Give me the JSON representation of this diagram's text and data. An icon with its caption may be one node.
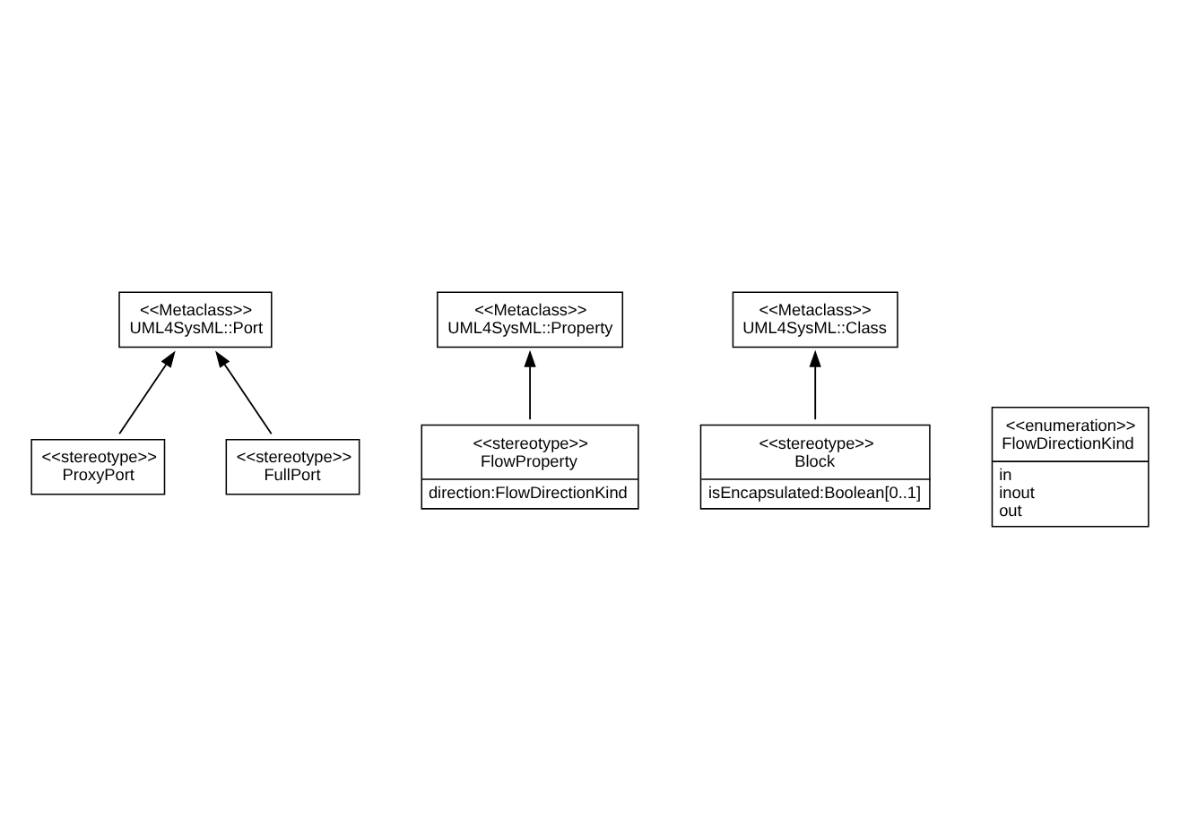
{
  "diagram": {
    "nodes": [
      {
        "text": [
          "<<Metaclass>>",
          "UML4SysML::Port"
        ]
      },
      {
        "text": [
          "<<stereotype>>",
          "ProxyPort"
        ]
      },
      {
        "text": [
          "<<stereotype>>",
          "FullPort"
        ]
      },
      {
        "text": [
          "<<Metaclass>>",
          "UML4SysML::Property"
        ]
      },
      {
        "text": [
          "<<stereotype>>",
          "FlowProperty",
          "direction:FlowDirectionKind"
        ]
      },
      {
        "text": [
          "<<Metaclass>>",
          "UML4SysML::Class"
        ]
      },
      {
        "text": [
          "<<stereotype>>",
          "Block",
          "isEncapsulated:Boolean[0..1]"
        ]
      },
      {
        "text": [
          "<<enumeration>>",
          "FlowDirectionKind",
          "in",
          "inout",
          "out"
        ]
      }
    ],
    "edges": [
      {
        "from": 1,
        "to": 0,
        "arrow": "to"
      },
      {
        "from": 2,
        "to": 0,
        "arrow": "to"
      },
      {
        "from": 4,
        "to": 3,
        "arrow": "to"
      },
      {
        "from": 6,
        "to": 5,
        "arrow": "to"
      }
    ]
  }
}
